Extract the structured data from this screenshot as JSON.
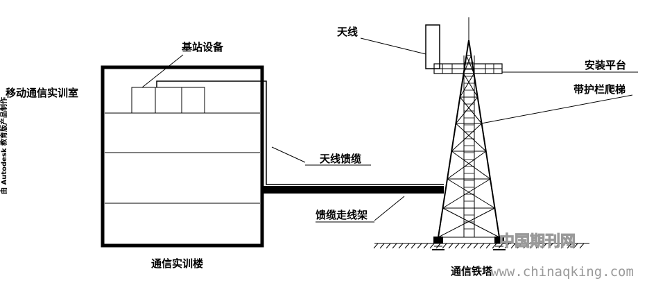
{
  "labels": {
    "base_station_equipment": "基站设备",
    "mobile_lab": "移动通信实训室",
    "training_building": "通信实训楼",
    "antenna": "天线",
    "install_platform": "安装平台",
    "ladder": "带护栏爬梯",
    "feeder_cable": "天线馈缆",
    "cable_tray": "馈缆走线架",
    "tower": "通信铁塔"
  },
  "side_text": "由 Autodesk 教育版产品制作",
  "watermark": {
    "cn": "中国期刊网",
    "url": "www.chinaqking.com"
  },
  "colors": {
    "line": "#000000",
    "watermark": "#9a9a9a"
  }
}
